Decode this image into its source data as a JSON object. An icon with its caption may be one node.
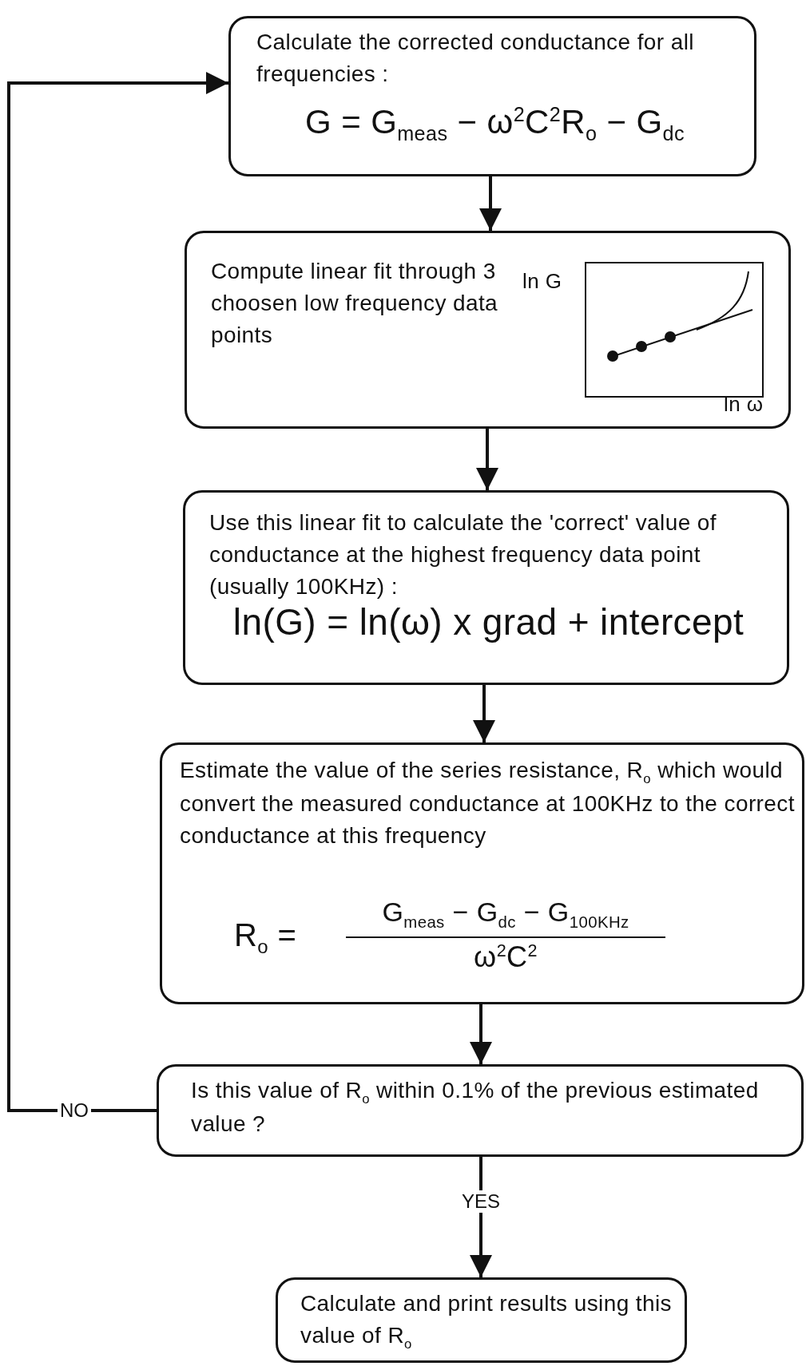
{
  "diagram": {
    "nodes": [
      {
        "text": [
          "Calculate the corrected conductance for all frequencies :",
          "G = G$_{meas}$ − ω$^{2}$C$^{2}$R$_{o}$ − G$_{dc}$"
        ]
      },
      {
        "text": [
          "Compute linear fit through 3 choosen low frequency data points",
          "ln G",
          "ln ω"
        ]
      },
      {
        "text": [
          "Use this linear fit to calculate the 'correct' value of conductance at the highest frequency data point (usually 100KHz) :",
          "ln(G) = ln(ω) x grad + intercept"
        ]
      },
      {
        "text": [
          "Estimate the value of the series resistance, R$_{o}$ which would convert the measured conductance at 100KHz to the correct conductance at this frequency",
          "R$_{o}$ =",
          "G$_{meas}$ − G$_{dc}$ − G$_{100KHz}$",
          "ω$^{2}$C$^{2}$"
        ]
      },
      {
        "text": [
          "Is this value of R$_{o}$ within 0.1% of the previous estimated value ?"
        ]
      },
      {
        "text": [
          "Calculate and print results using this value of R$_{o}$"
        ]
      }
    ],
    "edges": [
      {
        "from": 0,
        "to": 1,
        "arrow": "to"
      },
      {
        "from": 1,
        "to": 2,
        "arrow": "to"
      },
      {
        "from": 2,
        "to": 3,
        "arrow": "to"
      },
      {
        "from": 3,
        "to": 4,
        "arrow": "to"
      },
      {
        "from": 4,
        "to": 5,
        "arrow": "to",
        "label": "YES"
      },
      {
        "from": 4,
        "to": 0,
        "arrow": "to",
        "label": "NO"
      }
    ]
  }
}
